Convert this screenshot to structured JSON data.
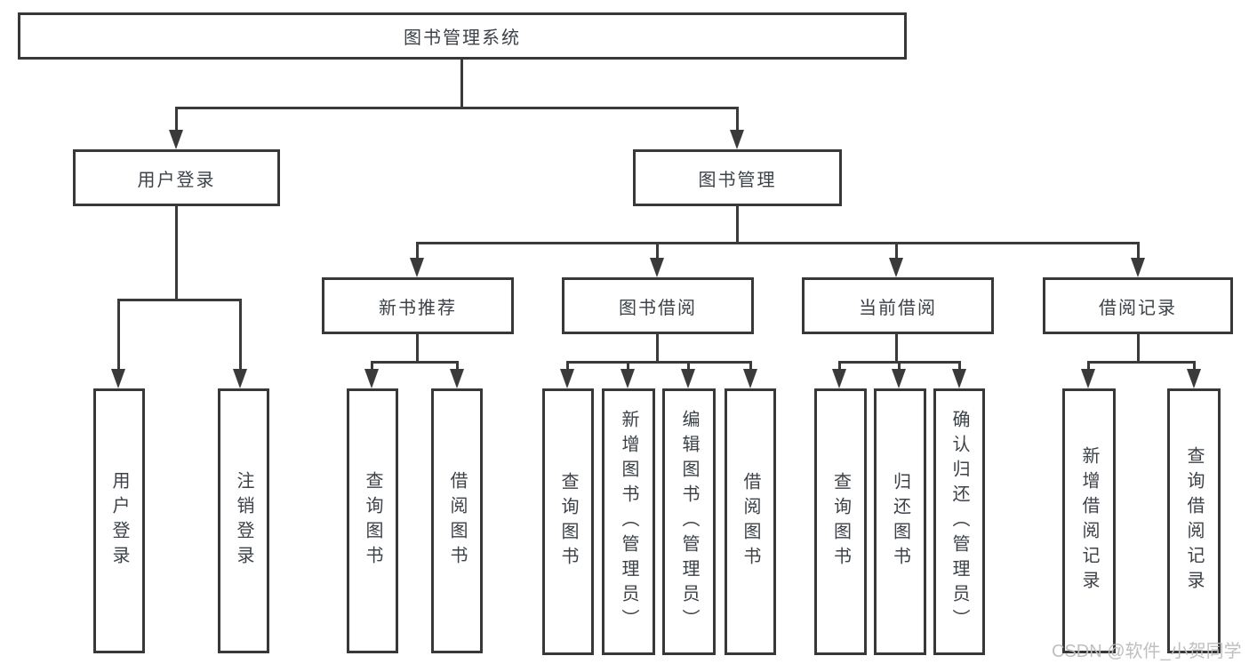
{
  "diagram_title": "图书管理系统",
  "watermark": {
    "text": "CSDN @软件_小贺同学"
  },
  "colors": {
    "line": "#3a3a3a",
    "border": "#383838",
    "text": "#3c4248",
    "background": "#ffffff",
    "watermark_text": "#bcbcbc"
  },
  "nodes": {
    "root": {
      "label": "图书管理系统"
    },
    "user_login": {
      "label": "用户登录"
    },
    "book_management": {
      "label": "图书管理"
    },
    "user_login_action": {
      "label": "用户登录"
    },
    "logout_action": {
      "label": "注销登录"
    },
    "new_book_recommend": {
      "label": "新书推荐"
    },
    "book_borrowing": {
      "label": "图书借阅"
    },
    "current_borrowing": {
      "label": "当前借阅"
    },
    "borrowing_records": {
      "label": "借阅记录"
    },
    "nbr_query_books": {
      "label": "查询图书"
    },
    "nbr_borrow_books": {
      "label": "借阅图书"
    },
    "bb_query_books": {
      "label": "查询图书"
    },
    "bb_add_books": {
      "label": "新增图书（管理员）"
    },
    "bb_edit_books": {
      "label": "编辑图书（管理员）"
    },
    "bb_borrow_books": {
      "label": "借阅图书"
    },
    "cb_query_books": {
      "label": "查询图书"
    },
    "cb_return_books": {
      "label": "归还图书"
    },
    "cb_confirm_return": {
      "label": "确认归还（管理员）"
    },
    "br_add_record": {
      "label": "新增借阅记录"
    },
    "br_query_record": {
      "label": "查询借阅记录"
    }
  }
}
